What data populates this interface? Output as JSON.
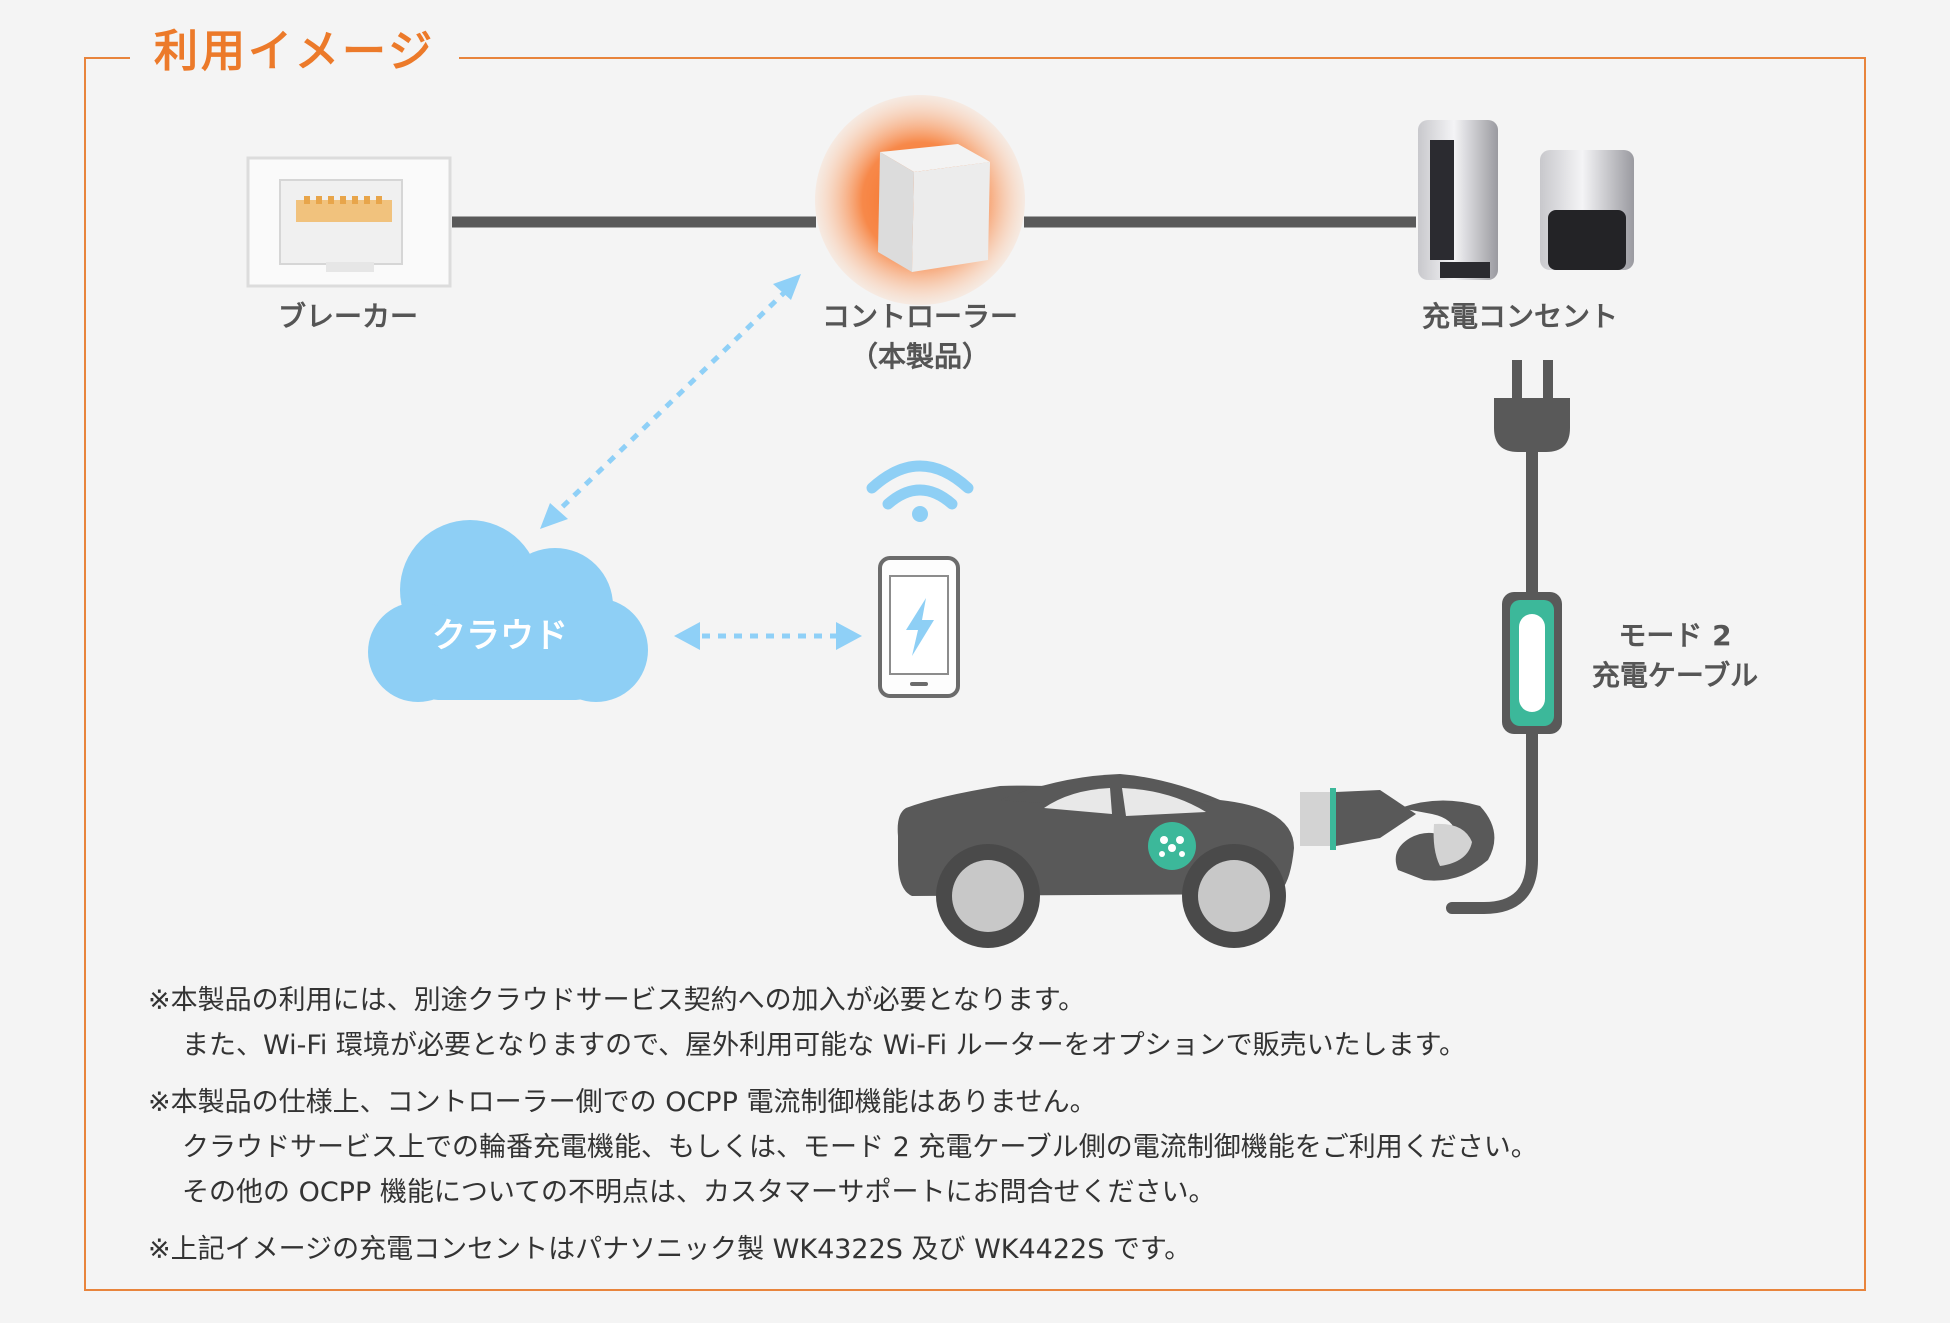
{
  "title": "利用イメージ",
  "labels": {
    "breaker": "ブレーカー",
    "controller_line1": "コントローラー",
    "controller_line2": "（本製品）",
    "outlet": "充電コンセント",
    "cloud": "クラウド",
    "cable_line1": "モード 2",
    "cable_line2": "充電ケーブル"
  },
  "notes": [
    [
      "※本製品の利用には、別途クラウドサービス契約への加入が必要となります。",
      "また、Wi-Fi 環境が必要となりますので、屋外利用可能な Wi-Fi ルーターをオプションで販売いたします。"
    ],
    [
      "※本製品の仕様上、コントローラー側での OCPP 電流制御機能はありません。",
      "クラウドサービス上での輪番充電機能、もしくは、モード 2 充電ケーブル側の電流制御機能をご利用ください。",
      "その他の OCPP 機能についての不明点は、カスタマーサポートにお問合せください。"
    ],
    [
      "※上記イメージの充電コンセントはパナソニック製 WK4322S 及び WK4422S です。"
    ]
  ],
  "colors": {
    "accent": "#ec7a2a",
    "wire": "#595959",
    "dotted": "#8fd0f7",
    "cloud": "#8ecff5",
    "teal": "#3cb89a"
  }
}
